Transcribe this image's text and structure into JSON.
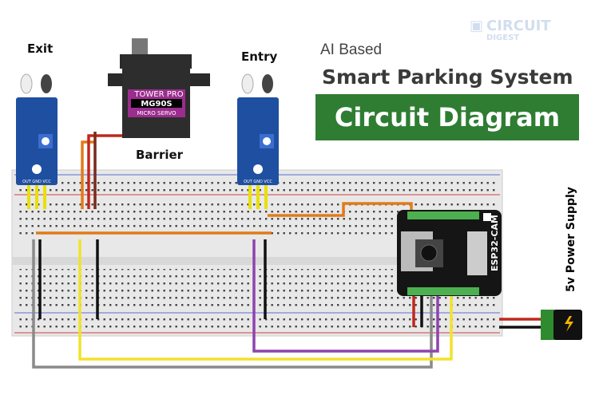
{
  "title": {
    "subtitle": "AI Based",
    "main": "Smart Parking System",
    "banner": "Circuit Diagram"
  },
  "logo": {
    "line1": "CIRCUIT",
    "line2": "DIGEST"
  },
  "labels": {
    "exit": "Exit",
    "entry": "Entry",
    "barrier": "Barrier",
    "power": "5v Power Supply"
  },
  "servo": {
    "brand": "TOWER PRO",
    "model": "MG90S",
    "type": "MICRO SERVO"
  },
  "ir_sensor": {
    "pins": "OUT GND VCC"
  },
  "esp32": {
    "name": "ESP32-CAM"
  },
  "colors": {
    "banner": "#2e7d32",
    "sensor": "#1f4fa0",
    "servo_label": "#9b2d8e",
    "wire_orange": "#e07b1a",
    "wire_yellow": "#f2e22a",
    "wire_purple": "#8e44ad",
    "wire_grey": "#8a8a8a",
    "wire_red": "#c0281d",
    "wire_black": "#111111"
  }
}
